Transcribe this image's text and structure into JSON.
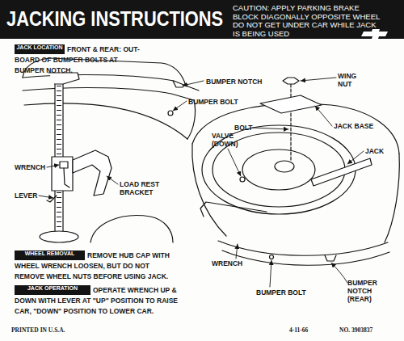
{
  "diagram": {
    "title": "JACKING INSTRUCTIONS",
    "nodes": [
      {
        "text": [
          "JACK LOCATION"
        ]
      },
      {
        "text": [
          "WHEEL REMOVAL"
        ]
      },
      {
        "text": [
          "JACK OPERATION"
        ]
      }
    ],
    "labels": [
      "CAUTION: APPLY PARKING BRAKE BLOCK DIAGONALLY OPPOSITE WHEEL DO NOT GET UNDER CAR WHILE JACK IS BEING USED",
      "FRONT & REAR: OUT-BOARD OF BUMPER BOLTS AT BUMPER NOTCH.",
      "BUMPER NOTCH",
      "WING NUT",
      "BUMPER BOLT",
      "BOLT",
      "JACK BASE",
      "VALVE (DOWN)",
      "JACK",
      "WRENCH",
      "LOAD REST BRACKET",
      "LEVER",
      "WRENCH",
      "BUMPER BOLT",
      "BUMPER NOTCH (REAR)",
      "REMOVE HUB CAP WITH WHEEL WRENCH LOOSEN, BUT DO NOT REMOVE WHEEL NUTS BEFORE USING JACK.",
      "OPERATE WRENCH UP & DOWN WITH LEVER AT \"UP\" POSITION TO RAISE CAR, \"DOWN\" POSITION TO LOWER CAR.",
      "PRINTED IN U.S.A.",
      "4-11-66",
      "NO. 3903837"
    ]
  }
}
